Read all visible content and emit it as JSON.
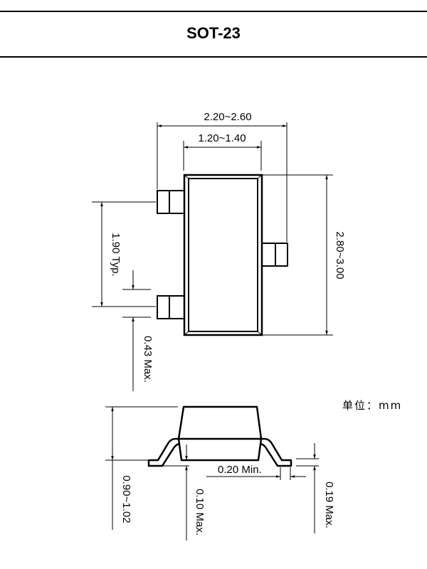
{
  "title": "SOT-23",
  "unit_label": "单位：mm",
  "dimensions": {
    "overall_width": "2.20~2.60",
    "body_width": "1.20~1.40",
    "body_length": "2.80~3.00",
    "lead_pitch": "1.90 Typ.",
    "lead_width": "0.43 Max.",
    "height": "0.90~1.02",
    "standoff": "0.10 Max.",
    "foot_length": "0.20 Min.",
    "lead_thickness": "0.19 Max."
  }
}
